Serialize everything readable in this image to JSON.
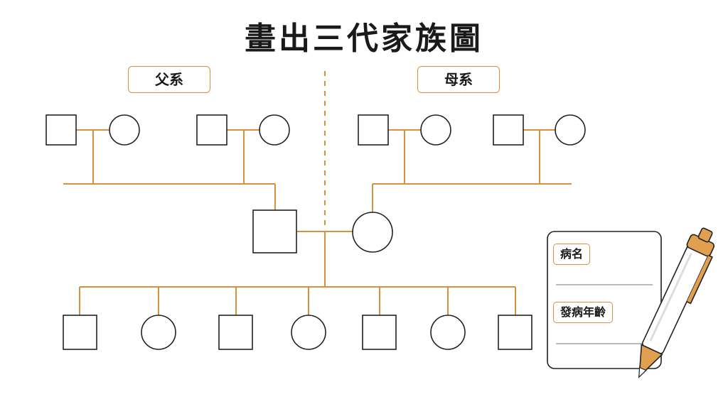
{
  "title": "畫出三代家族圖",
  "labels": {
    "paternal": "父系",
    "maternal": "母系"
  },
  "form": {
    "field_1": "病名",
    "field_2": "發病年齡"
  },
  "colors": {
    "line": "#d9913f",
    "shape_stroke": "#222222",
    "pen_accent": "#e0a050"
  },
  "icons": [
    "pen-icon",
    "note-card-icon"
  ]
}
